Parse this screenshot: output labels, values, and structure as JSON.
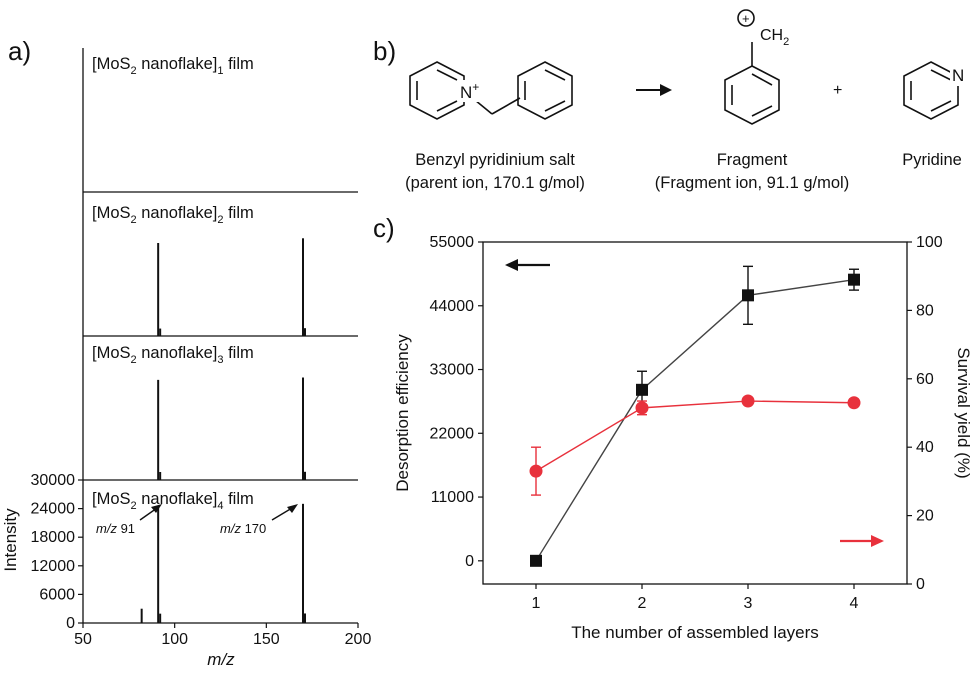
{
  "panels": {
    "a": "a)",
    "b": "b)",
    "c": "c)"
  },
  "colors": {
    "black_series": "#111111",
    "red_series": "#e8313c",
    "axis": "#111111"
  },
  "panel_a": {
    "films": [
      {
        "prefix": "[MoS",
        "sub": "2",
        "mid": " nanoflake]",
        "idx": "1",
        "suffix": " film"
      },
      {
        "prefix": "[MoS",
        "sub": "2",
        "mid": " nanoflake]",
        "idx": "2",
        "suffix": " film"
      },
      {
        "prefix": "[MoS",
        "sub": "2",
        "mid": " nanoflake]",
        "idx": "3",
        "suffix": " film"
      },
      {
        "prefix": "[MoS",
        "sub": "2",
        "mid": " nanoflake]",
        "idx": "4",
        "suffix": " film"
      }
    ],
    "peak_labels": {
      "p91_italic": "m/z",
      "p91_value": " 91",
      "p170_italic": "m/z",
      "p170_value": " 170"
    }
  },
  "panel_b": {
    "parent_name": "Benzyl pyridinium salt",
    "parent_desc": "(parent ion, 170.1 g/mol)",
    "fragment_name": "Fragment",
    "fragment_desc": "(Fragment ion, 91.1 g/mol)",
    "pyridine_name": "Pyridine",
    "plus": "+",
    "n_plus": "N",
    "n_plus_sup": "+",
    "n_pyridine": "N",
    "ch2": "CH",
    "ch2_sub": "2",
    "charge": "+"
  },
  "chart_data": [
    {
      "type": "line",
      "panel": "a",
      "xlabel": "m/z",
      "ylabel": "Intensity",
      "xlim": [
        50,
        200
      ],
      "x_ticks": [
        "50",
        "100",
        "150",
        "200"
      ],
      "ylim_bottom_spectrum": [
        0,
        30000
      ],
      "y_ticks_bottom_spectrum": [
        "0",
        "6000",
        "12000",
        "18000",
        "24000",
        "30000"
      ],
      "series": [
        {
          "film": 1,
          "peaks": []
        },
        {
          "film": 2,
          "peaks": [
            {
              "x": 91,
              "y": 19500
            },
            {
              "x": 170,
              "y": 20500
            }
          ]
        },
        {
          "film": 3,
          "peaks": [
            {
              "x": 91,
              "y": 21000
            },
            {
              "x": 170,
              "y": 21500
            }
          ]
        },
        {
          "film": 4,
          "peaks": [
            {
              "x": 82,
              "y": 3000
            },
            {
              "x": 91,
              "y": 24500
            },
            {
              "x": 170,
              "y": 25000
            }
          ]
        }
      ]
    },
    {
      "type": "line",
      "panel": "c",
      "xlabel": "The number of assembled layers",
      "ylabel": "Desorption efficiency",
      "y2label": "Survival  yield (%)",
      "xlim": [
        0.5,
        4.5
      ],
      "ylim": [
        -4000,
        55000
      ],
      "y2lim": [
        0,
        100
      ],
      "x_ticks": [
        "1",
        "2",
        "3",
        "4"
      ],
      "y_ticks": [
        "0",
        "11000",
        "22000",
        "33000",
        "44000",
        "55000"
      ],
      "y2_ticks": [
        "0",
        "20",
        "40",
        "60",
        "80",
        "100"
      ],
      "series": [
        {
          "axis": "left",
          "color": "#111111",
          "marker": "square",
          "x": [
            1,
            2,
            3,
            4
          ],
          "y": [
            0,
            29500,
            45800,
            48500
          ],
          "err": [
            0,
            3200,
            5000,
            1800
          ]
        },
        {
          "axis": "right",
          "color": "#e8313c",
          "marker": "circle",
          "x": [
            1,
            2,
            3,
            4
          ],
          "y": [
            33,
            51.5,
            53.5,
            53
          ],
          "err": [
            7,
            2,
            0.5,
            0.5
          ]
        }
      ]
    }
  ]
}
